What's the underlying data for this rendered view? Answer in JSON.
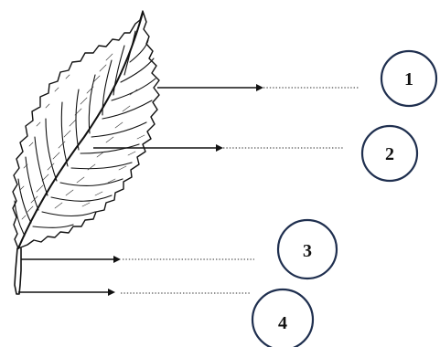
{
  "diagram": {
    "colors": {
      "ink": "#111111",
      "leader_dots": "#555555",
      "circle_stroke": "#1f2f4f",
      "background": "#ffffff"
    },
    "callouts": [
      {
        "number": "1"
      },
      {
        "number": "2"
      },
      {
        "number": "3"
      },
      {
        "number": "4"
      }
    ]
  }
}
